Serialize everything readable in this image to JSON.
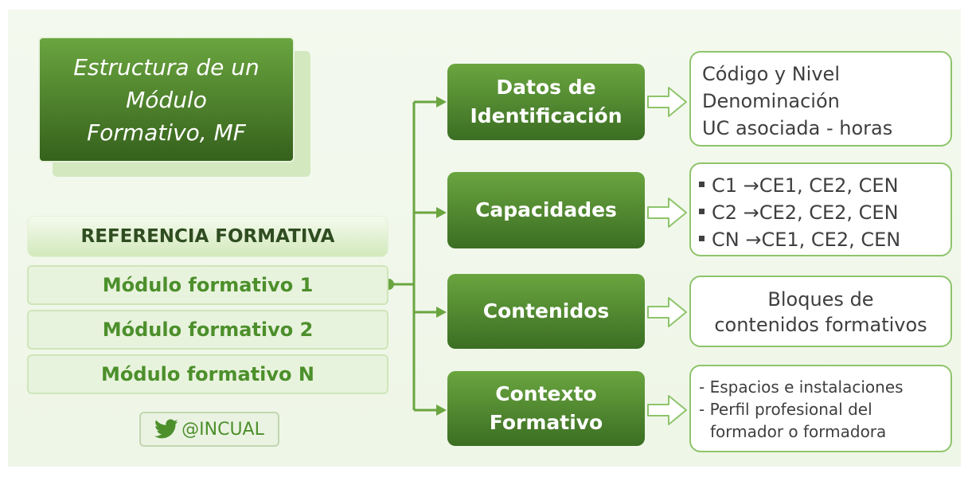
{
  "title": "Estructura de un\nMódulo\nFormativo, MF",
  "reference": {
    "header": "REFERENCIA FORMATIVA",
    "modules": [
      "Módulo formativo 1",
      "Módulo formativo 2",
      "Módulo formativo N"
    ]
  },
  "twitter": {
    "icon": "twitter-bird-icon",
    "handle": "@INCUAL"
  },
  "components": [
    {
      "label": "Datos de\nIdentificación",
      "details": [
        "Código y Nivel",
        "Denominación",
        "UC asociada - horas"
      ]
    },
    {
      "label": "Capacidades",
      "details": [
        "C1  →CE1, CE2, CEN",
        "C2  →CE2, CE2, CEN",
        "CN →CE1, CE2, CEN"
      ]
    },
    {
      "label": "Contenidos",
      "details": [
        "Bloques de",
        "contenidos formativos"
      ]
    },
    {
      "label": "Contexto\nFormativo",
      "details": [
        "- Espacios e instalaciones",
        "- Perfil profesional del",
        "formador o formadora"
      ]
    }
  ],
  "colors": {
    "dark_green": "#3b6e23",
    "mid_green": "#6aa53f",
    "light_green": "#e8f3dd",
    "line_green": "#8ec46b"
  }
}
